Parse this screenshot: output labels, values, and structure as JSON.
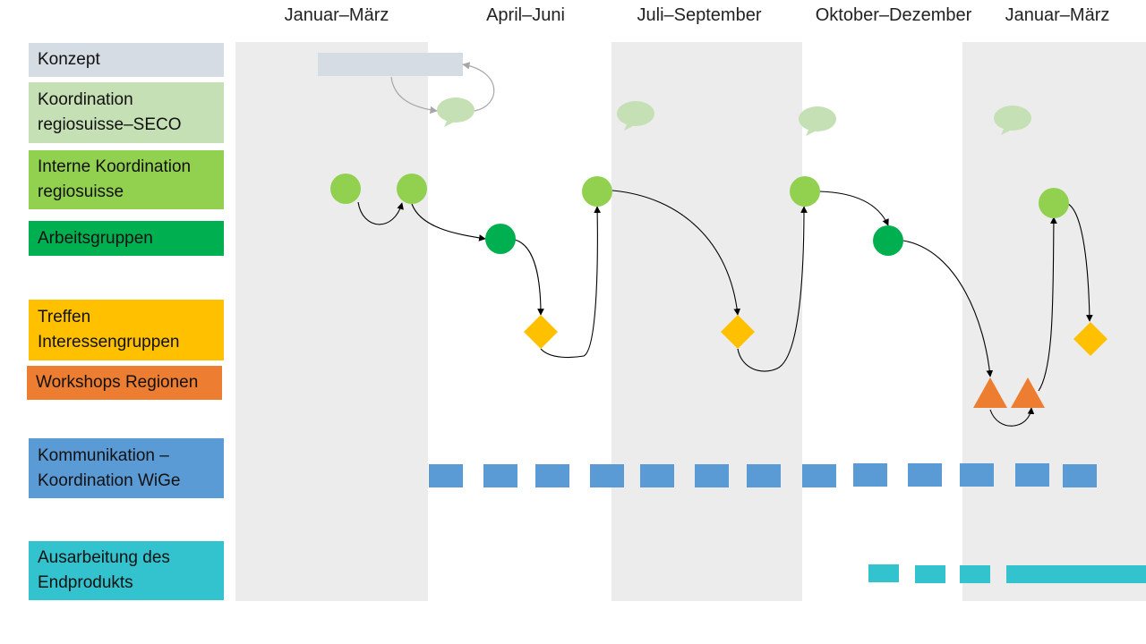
{
  "quarters": [
    {
      "label": "Januar–März"
    },
    {
      "label": "April–Juni"
    },
    {
      "label": "Juli–September"
    },
    {
      "label": "Oktober–Dezember"
    },
    {
      "label": "Januar–März"
    }
  ],
  "lanes": [
    {
      "id": "konzept",
      "label": "Konzept",
      "color": "#d6dce4"
    },
    {
      "id": "koordination-seco",
      "label": "Koordination regiosuisse–SECO",
      "color": "#c5e0b4"
    },
    {
      "id": "interne-koordination",
      "label": "Interne Koordination regiosuisse",
      "color": "#92d050"
    },
    {
      "id": "arbeitsgruppen",
      "label": "Arbeitsgruppen",
      "color": "#00b050"
    },
    {
      "id": "treffen",
      "label": "Treffen Interessengruppen",
      "color": "#ffc000"
    },
    {
      "id": "workshops",
      "label": "Workshops Regionen",
      "color": "#ed7d31"
    },
    {
      "id": "kommunikation",
      "label": "Kommunikation – Koordination WiGe",
      "color": "#5b9bd5"
    },
    {
      "id": "ausarbeitung",
      "label": "Ausarbeitung des Endprodukts",
      "color": "#33c3cf"
    }
  ]
}
